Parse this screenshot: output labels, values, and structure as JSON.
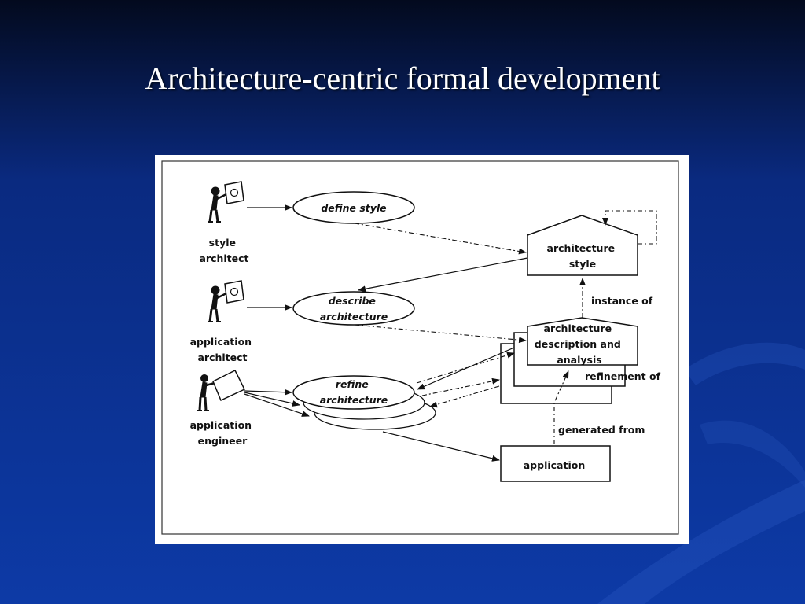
{
  "slide": {
    "title": "Architecture-centric formal development"
  },
  "actors": {
    "style_architect": [
      "style",
      "architect"
    ],
    "application_architect": [
      "application",
      "architect"
    ],
    "application_engineer": [
      "application",
      "engineer"
    ]
  },
  "activities": {
    "define_style": [
      "define style"
    ],
    "describe_architecture": [
      "describe",
      "architecture"
    ],
    "refine_architecture": [
      "refine",
      "architecture"
    ]
  },
  "artifacts": {
    "architecture_style": [
      "architecture",
      "style"
    ],
    "architecture_description": [
      "architecture",
      "description and",
      "analysis"
    ],
    "application": [
      "application"
    ]
  },
  "relations": {
    "instance_of": "instance of",
    "refinement_of": "refinement of",
    "generated_from": "generated from"
  }
}
